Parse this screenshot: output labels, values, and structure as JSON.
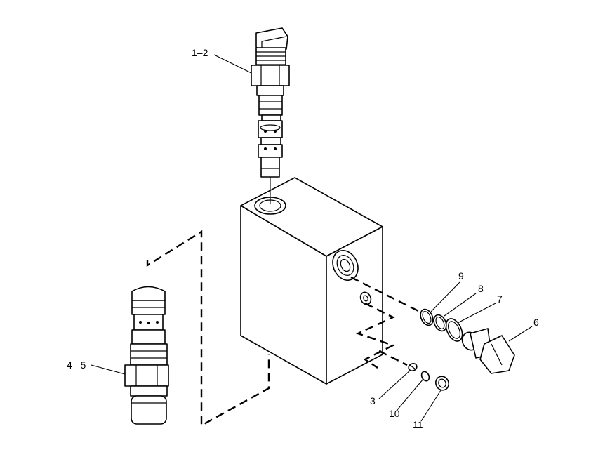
{
  "callouts": {
    "c1_2": "1–2",
    "c4_5": "4 –5",
    "c3": "3",
    "c6": "6",
    "c7": "7",
    "c8": "8",
    "c9": "9",
    "c10": "10",
    "c11": "11"
  }
}
